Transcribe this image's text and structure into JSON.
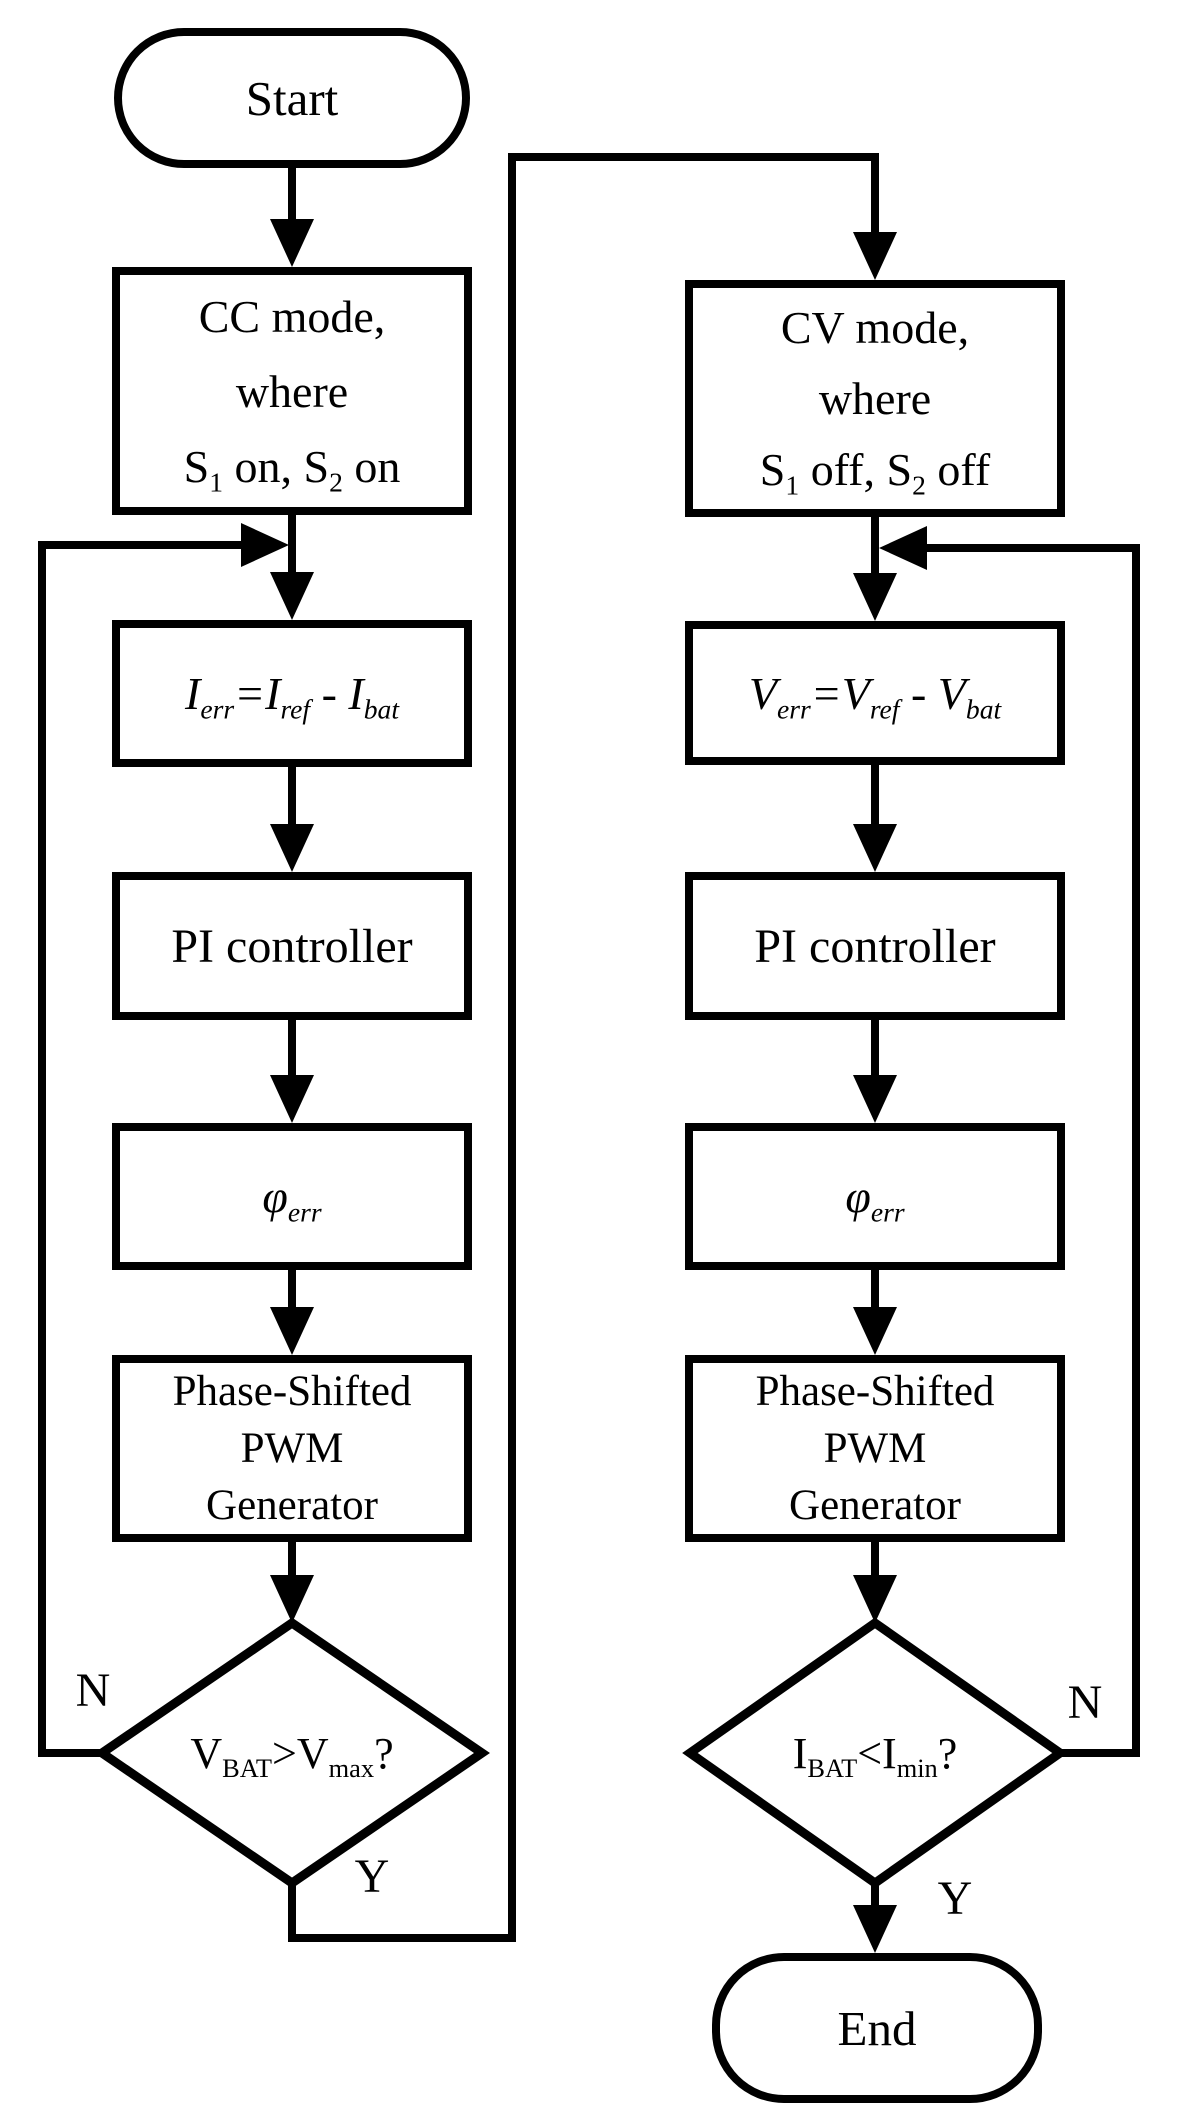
{
  "colors": {
    "stroke": "#000000",
    "background": "#ffffff"
  },
  "nodes": {
    "start": {
      "label": "Start"
    },
    "cc_mode": {
      "line1": "CC mode,",
      "line2": "where",
      "line3": {
        "p1": "S",
        "sub1": "1",
        "p2": " on, S",
        "sub2": "2",
        "p3": " on"
      }
    },
    "cv_mode": {
      "line1": "CV mode,",
      "line2": "where",
      "line3": {
        "p1": "S",
        "sub1": "1",
        "p2": " off, S",
        "sub2": "2",
        "p3": " off"
      }
    },
    "i_err": {
      "p1": "I",
      "sub1": "err",
      "p2": "=I",
      "sub2": "ref",
      "p3": " - I",
      "sub3": "bat"
    },
    "v_err": {
      "p1": "V",
      "sub1": "err",
      "p2": "=V",
      "sub2": "ref",
      "p3": " - V",
      "sub3": "bat"
    },
    "pi_left": {
      "label": "PI controller"
    },
    "pi_right": {
      "label": "PI controller"
    },
    "phi_left": {
      "p1": "φ",
      "sub1": "err"
    },
    "phi_right": {
      "p1": "φ",
      "sub1": "err"
    },
    "pwm_left": {
      "line1": "Phase-Shifted",
      "line2": "PWM",
      "line3": "Generator"
    },
    "pwm_right": {
      "line1": "Phase-Shifted",
      "line2": "PWM",
      "line3": "Generator"
    },
    "decision_left": {
      "p1": "V",
      "sub1": "BAT",
      "p2": ">V",
      "sub2": "max",
      "p3": "?"
    },
    "decision_right": {
      "p1": "I",
      "sub1": "BAT",
      "p2": "<I",
      "sub2": "min",
      "p3": "?"
    },
    "end": {
      "label": "End"
    }
  },
  "edge_labels": {
    "left_no": "N",
    "left_yes": "Y",
    "right_no": "N",
    "right_yes": "Y"
  }
}
